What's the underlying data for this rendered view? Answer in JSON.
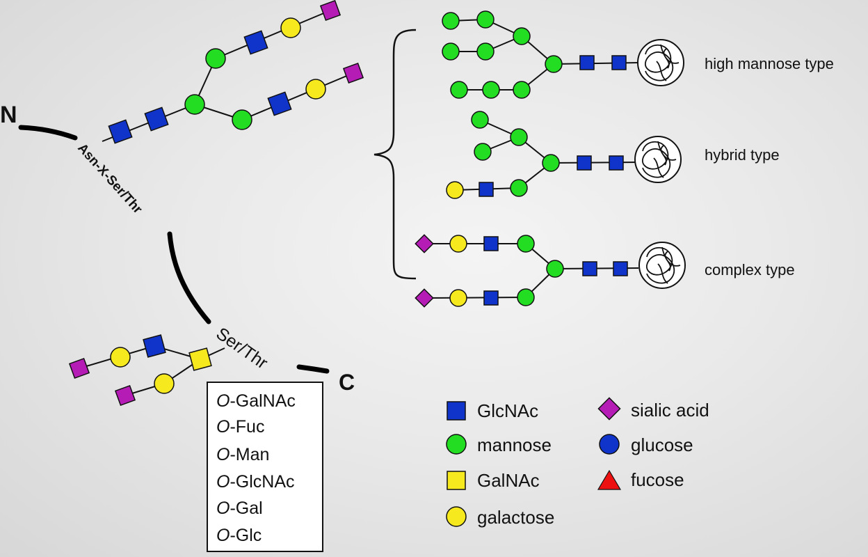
{
  "terminals": {
    "n": "N",
    "c": "C"
  },
  "backbone": {
    "sequon": "Asn-X-Ser/Thr",
    "o_site": "Ser/Thr"
  },
  "n_glycan_types": [
    {
      "label": "high mannose type"
    },
    {
      "label": "hybrid type"
    },
    {
      "label": "complex type"
    }
  ],
  "o_glycan_types": {
    "prefix": "O",
    "items": [
      "-GalNAc",
      "-Fuc",
      "-Man",
      "-GlcNAc",
      "-Gal",
      "-Glc"
    ]
  },
  "legend": [
    {
      "shape": "square",
      "color": "#1034c9",
      "label": "GlcNAc"
    },
    {
      "shape": "circle",
      "color": "#22dd22",
      "label": "mannose"
    },
    {
      "shape": "square",
      "color": "#f6ea1e",
      "label": "GalNAc"
    },
    {
      "shape": "circle",
      "color": "#f6ea1e",
      "label": "galactose"
    },
    {
      "shape": "diamond",
      "color": "#b51cb5",
      "label": "sialic acid"
    },
    {
      "shape": "circle",
      "color": "#1034c9",
      "label": "glucose"
    },
    {
      "shape": "triangle",
      "color": "#ee1111",
      "label": "fucose"
    }
  ]
}
